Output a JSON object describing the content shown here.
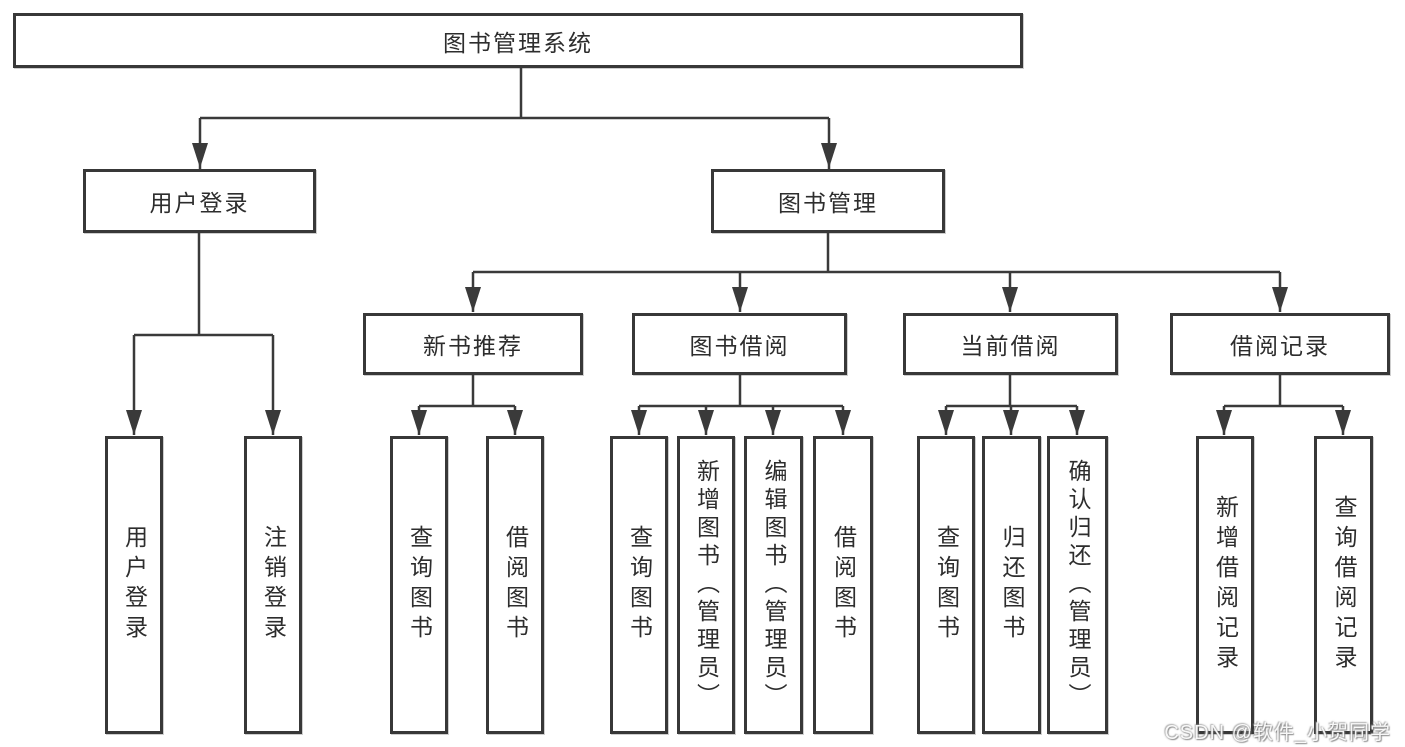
{
  "diagram": {
    "title_note": "functional structure diagram",
    "nodes": {
      "root": {
        "label": "图书管理系统"
      },
      "user_login": {
        "label": "用户登录"
      },
      "book_mgmt": {
        "label": "图书管理"
      },
      "new_book_rec": {
        "label": "新书推荐"
      },
      "book_borrow": {
        "label": "图书借阅"
      },
      "current_borrow": {
        "label": "当前借阅"
      },
      "borrow_records": {
        "label": "借阅记录"
      },
      "leaf_user_login": {
        "label": "用户登录"
      },
      "leaf_logout": {
        "label": "注销登录"
      },
      "leaf_nbr_query": {
        "label": "查询图书"
      },
      "leaf_nbr_borrow": {
        "label": "借阅图书"
      },
      "leaf_bb_query": {
        "label": "查询图书"
      },
      "leaf_bb_add": {
        "label": "新增图书（管理员）"
      },
      "leaf_bb_edit": {
        "label": "编辑图书（管理员）"
      },
      "leaf_bb_borrow": {
        "label": "借阅图书"
      },
      "leaf_cb_query": {
        "label": "查询图书"
      },
      "leaf_cb_return": {
        "label": "归还图书"
      },
      "leaf_cb_confirm": {
        "label": "确认归还（管理员）"
      },
      "leaf_br_add": {
        "label": "新增借阅记录"
      },
      "leaf_br_query": {
        "label": "查询借阅记录"
      }
    },
    "colors": {
      "line": "#3a3a3a",
      "border": "#383838",
      "text": "#2d2d2d",
      "background": "#ffffff"
    }
  },
  "watermark": {
    "text": "CSDN @软件_小贺同学"
  }
}
